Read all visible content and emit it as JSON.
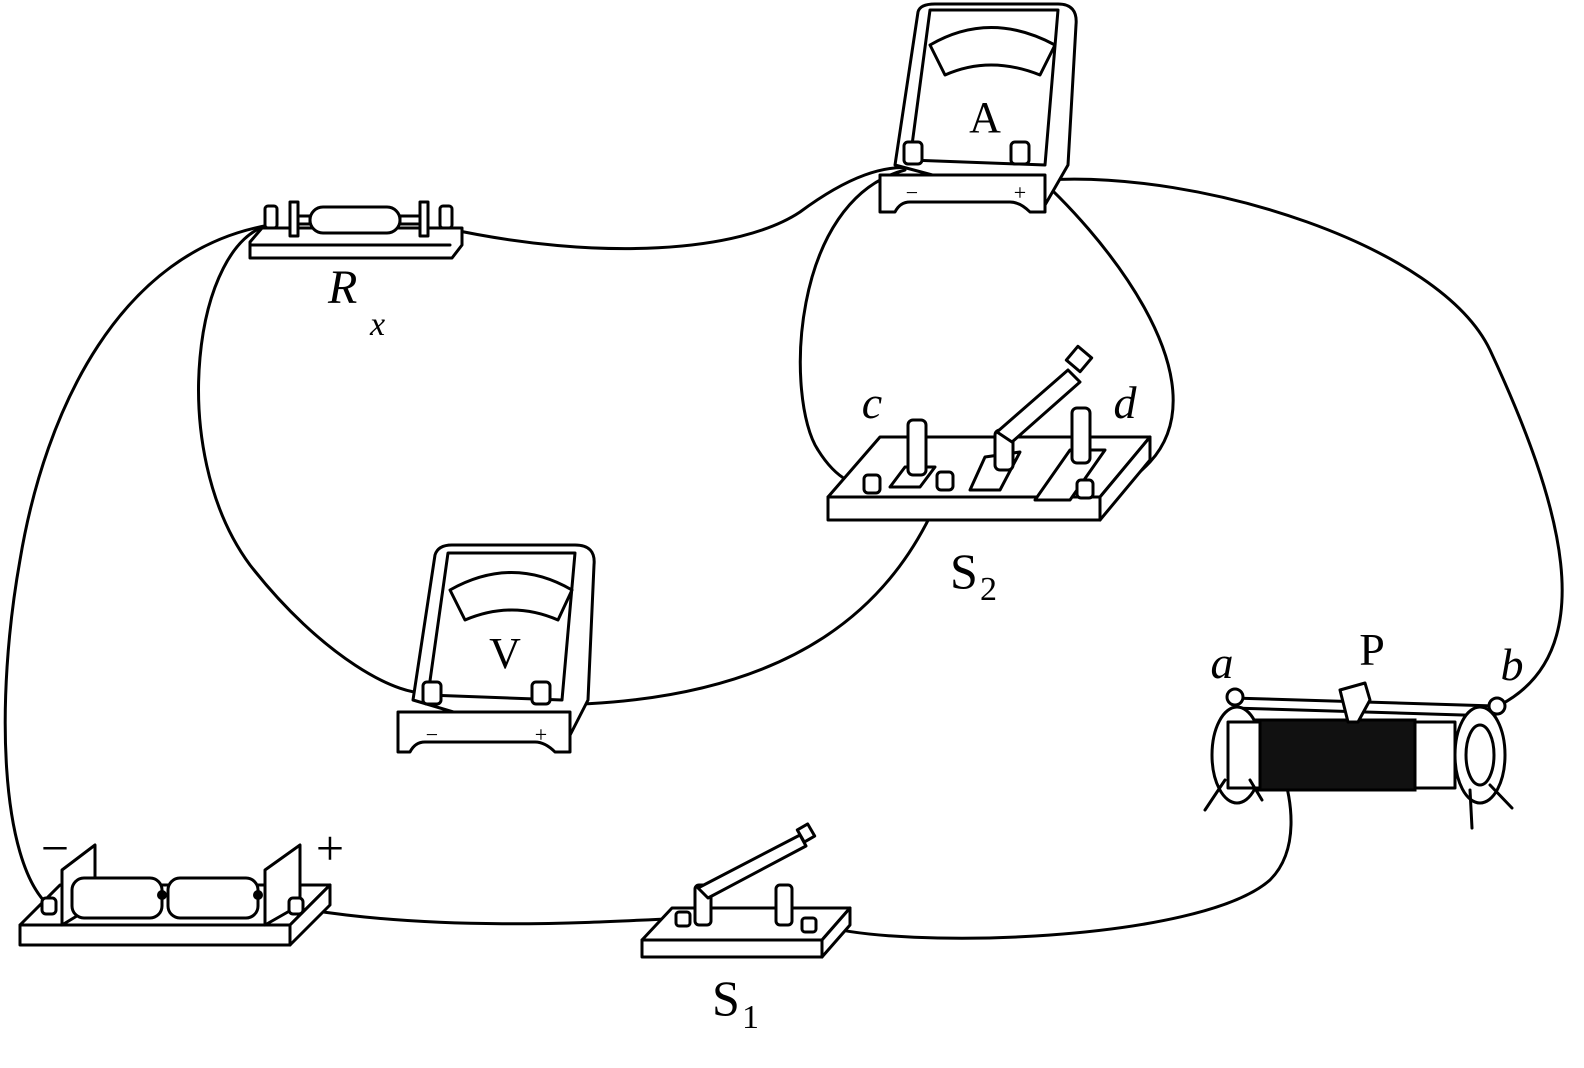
{
  "ammeter": {
    "label": "A",
    "minus": "−",
    "plus": "+"
  },
  "voltmeter": {
    "label": "V",
    "minus": "−",
    "plus": "+"
  },
  "resistor": {
    "label": "R",
    "subscript": "x"
  },
  "switch2": {
    "label": "S",
    "subscript": "2",
    "terminal_c": "c",
    "terminal_d": "d"
  },
  "switch1": {
    "label": "S",
    "subscript": "1"
  },
  "rheostat": {
    "end_a": "a",
    "end_b": "b",
    "slider": "P"
  },
  "battery": {
    "minus": "−",
    "plus": "+"
  }
}
